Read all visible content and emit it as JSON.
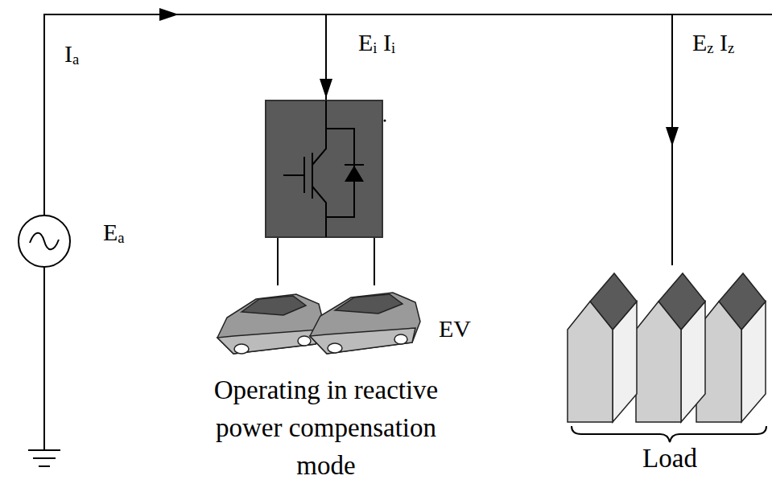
{
  "diagram": {
    "labels": [
      "Ia",
      "Ei Ii",
      "Ez Iz",
      "Ea",
      "EV",
      "Operating in reactive power compensation mode",
      "Load"
    ]
  }
}
